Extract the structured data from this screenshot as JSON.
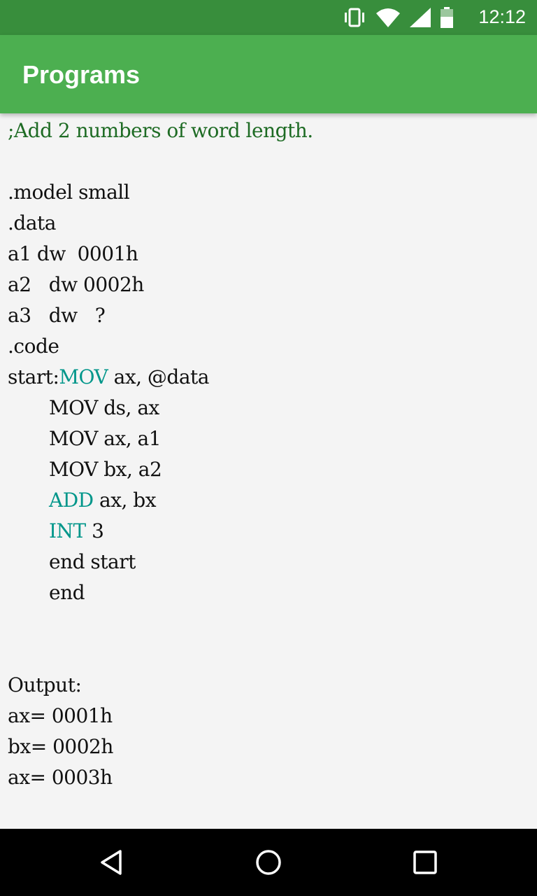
{
  "status_bar": {
    "time": "12:12",
    "icons": [
      "vibrate-icon",
      "wifi-icon",
      "signal-icon",
      "battery-icon"
    ]
  },
  "app_bar": {
    "title": "Programs"
  },
  "program": {
    "comment": ";Add 2 numbers of word length.",
    "l1": ".model small",
    "l2": ".data",
    "l3": "a1 dw  0001h",
    "l4": "a2   dw 0002h",
    "l5": "a3   dw   ?",
    "l6": ".code",
    "l7a": "start:",
    "l7b": "MOV",
    "l7c": " ax, @data",
    "l8": "MOV ds, ax",
    "l9": "MOV ax, a1",
    "l10": "MOV bx, a2",
    "l11a": "ADD",
    "l11b": " ax, bx",
    "l12a": "INT",
    "l12b": " 3",
    "l13": "end start",
    "l14": "end",
    "output_label": "Output:",
    "o1": "ax= 0001h",
    "o2": "bx= 0002h",
    "o3": "ax= 0003h"
  },
  "colors": {
    "status": "#388e3c",
    "appbar": "#4caf50",
    "comment": "#1e6b24",
    "keyword": "#00968a"
  }
}
